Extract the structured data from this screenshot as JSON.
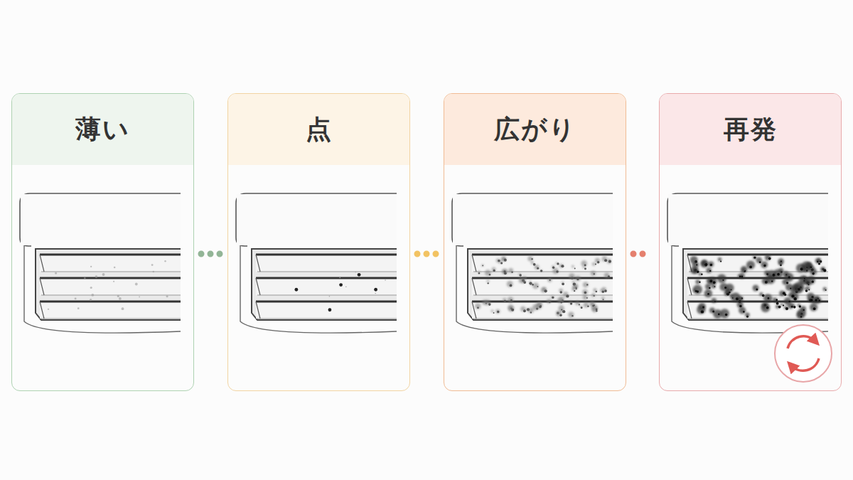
{
  "diagram": {
    "nodes": [
      {
        "text": [
          "薄い"
        ]
      },
      {
        "text": [
          "点"
        ]
      },
      {
        "text": [
          "広がり"
        ]
      },
      {
        "text": [
          "再発"
        ]
      }
    ],
    "edges": [
      {
        "from": 0,
        "to": 1,
        "arrow": "none"
      },
      {
        "from": 1,
        "to": 2,
        "arrow": "none"
      },
      {
        "from": 2,
        "to": 3,
        "arrow": "none"
      }
    ]
  }
}
